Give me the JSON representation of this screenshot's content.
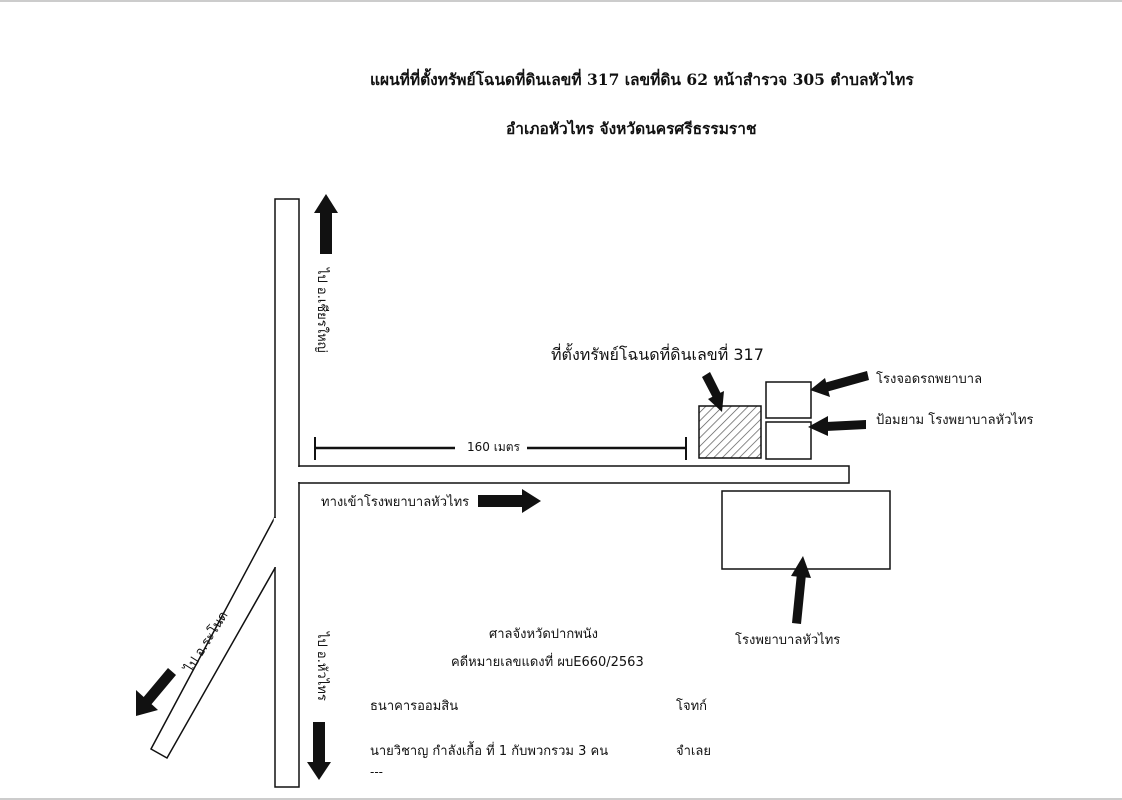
{
  "title": {
    "line1": "แผนที่ที่ตั้งทรัพย์โฉนดที่ดินเลขที่ 317 เลขที่ดิน 62 หน้าสำรวจ 305 ตำบลหัวไทร",
    "line2": "อำเภอหัวไทร  จังหวัดนครศรีธรรมราช"
  },
  "roads": {
    "to_north": "ไป อ.เชียรใหญ่",
    "to_south": "ไป อ.หัวไทร",
    "to_southwest": "ไป อ.ระโนด",
    "entrance": "ทางเข้าโรงพยาบาลหัวไทร"
  },
  "site": {
    "label": "ที่ตั้งทรัพย์โฉนดที่ดินเลขที่ 317",
    "distance": "160 เมตร"
  },
  "landmarks": {
    "garage": "โรงจอดรถพยาบาล",
    "guard": "ป้อมยาม โรงพยาบาลหัวไทร",
    "hospital": "โรงพยาบาลหัวไทร"
  },
  "case": {
    "court": "ศาลจังหวัดปากพนัง",
    "number": "คดีหมายเลขแดงที่ ผบE660/2563",
    "plaintiff": "ธนาคารออมสิน",
    "plaintiff_role": "โจทก์",
    "defendant": "นายวิชาญ กำลังเกื้อ ที่ 1 กับพวกรวม 3 คน",
    "defendant_role": "จำเลย",
    "trailer": "---"
  },
  "colors": {
    "ink": "#111111",
    "hatch": "#555555"
  }
}
